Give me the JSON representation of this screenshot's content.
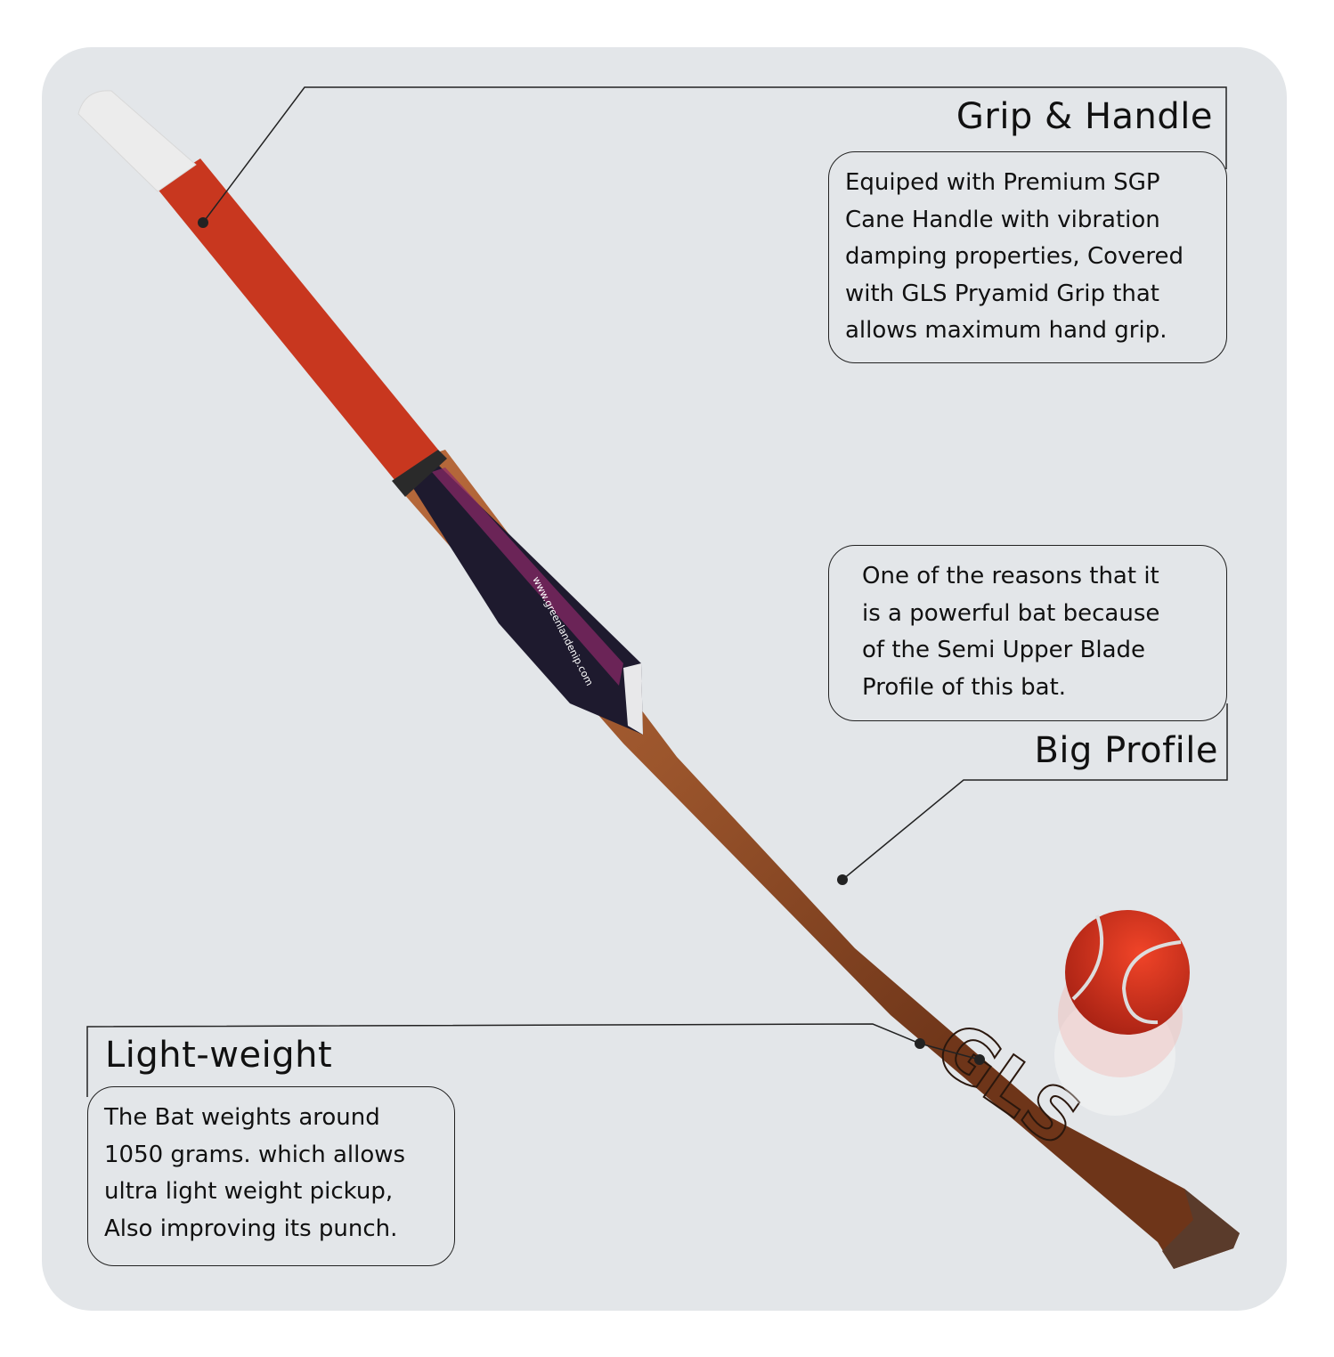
{
  "callouts": {
    "grip": {
      "title": "Grip & Handle",
      "lines": [
        "Equiped with Premium SGP",
        "Cane Handle with vibration",
        "damping properties, Covered",
        "with GLS Pryamid Grip that",
        "allows maximum hand grip."
      ]
    },
    "profile": {
      "title": "Big Profile",
      "lines": [
        "One of the reasons that it",
        "is a powerful bat because",
        "of the Semi Upper Blade",
        "Profile of this bat."
      ]
    },
    "weight": {
      "title": "Light-weight",
      "lines": [
        "The Bat weights around",
        "1050 grams. which allows",
        "ultra light weight pickup,",
        "Also improving its punch."
      ]
    }
  },
  "product": {
    "brand_logo": "GLS",
    "sticker_url": "www.greenlandenip.com"
  },
  "colors": {
    "background": "#e3e6e9",
    "grip_red": "#c8371f",
    "blade_wood": "#9a532b",
    "ball_red": "#d8321e"
  }
}
